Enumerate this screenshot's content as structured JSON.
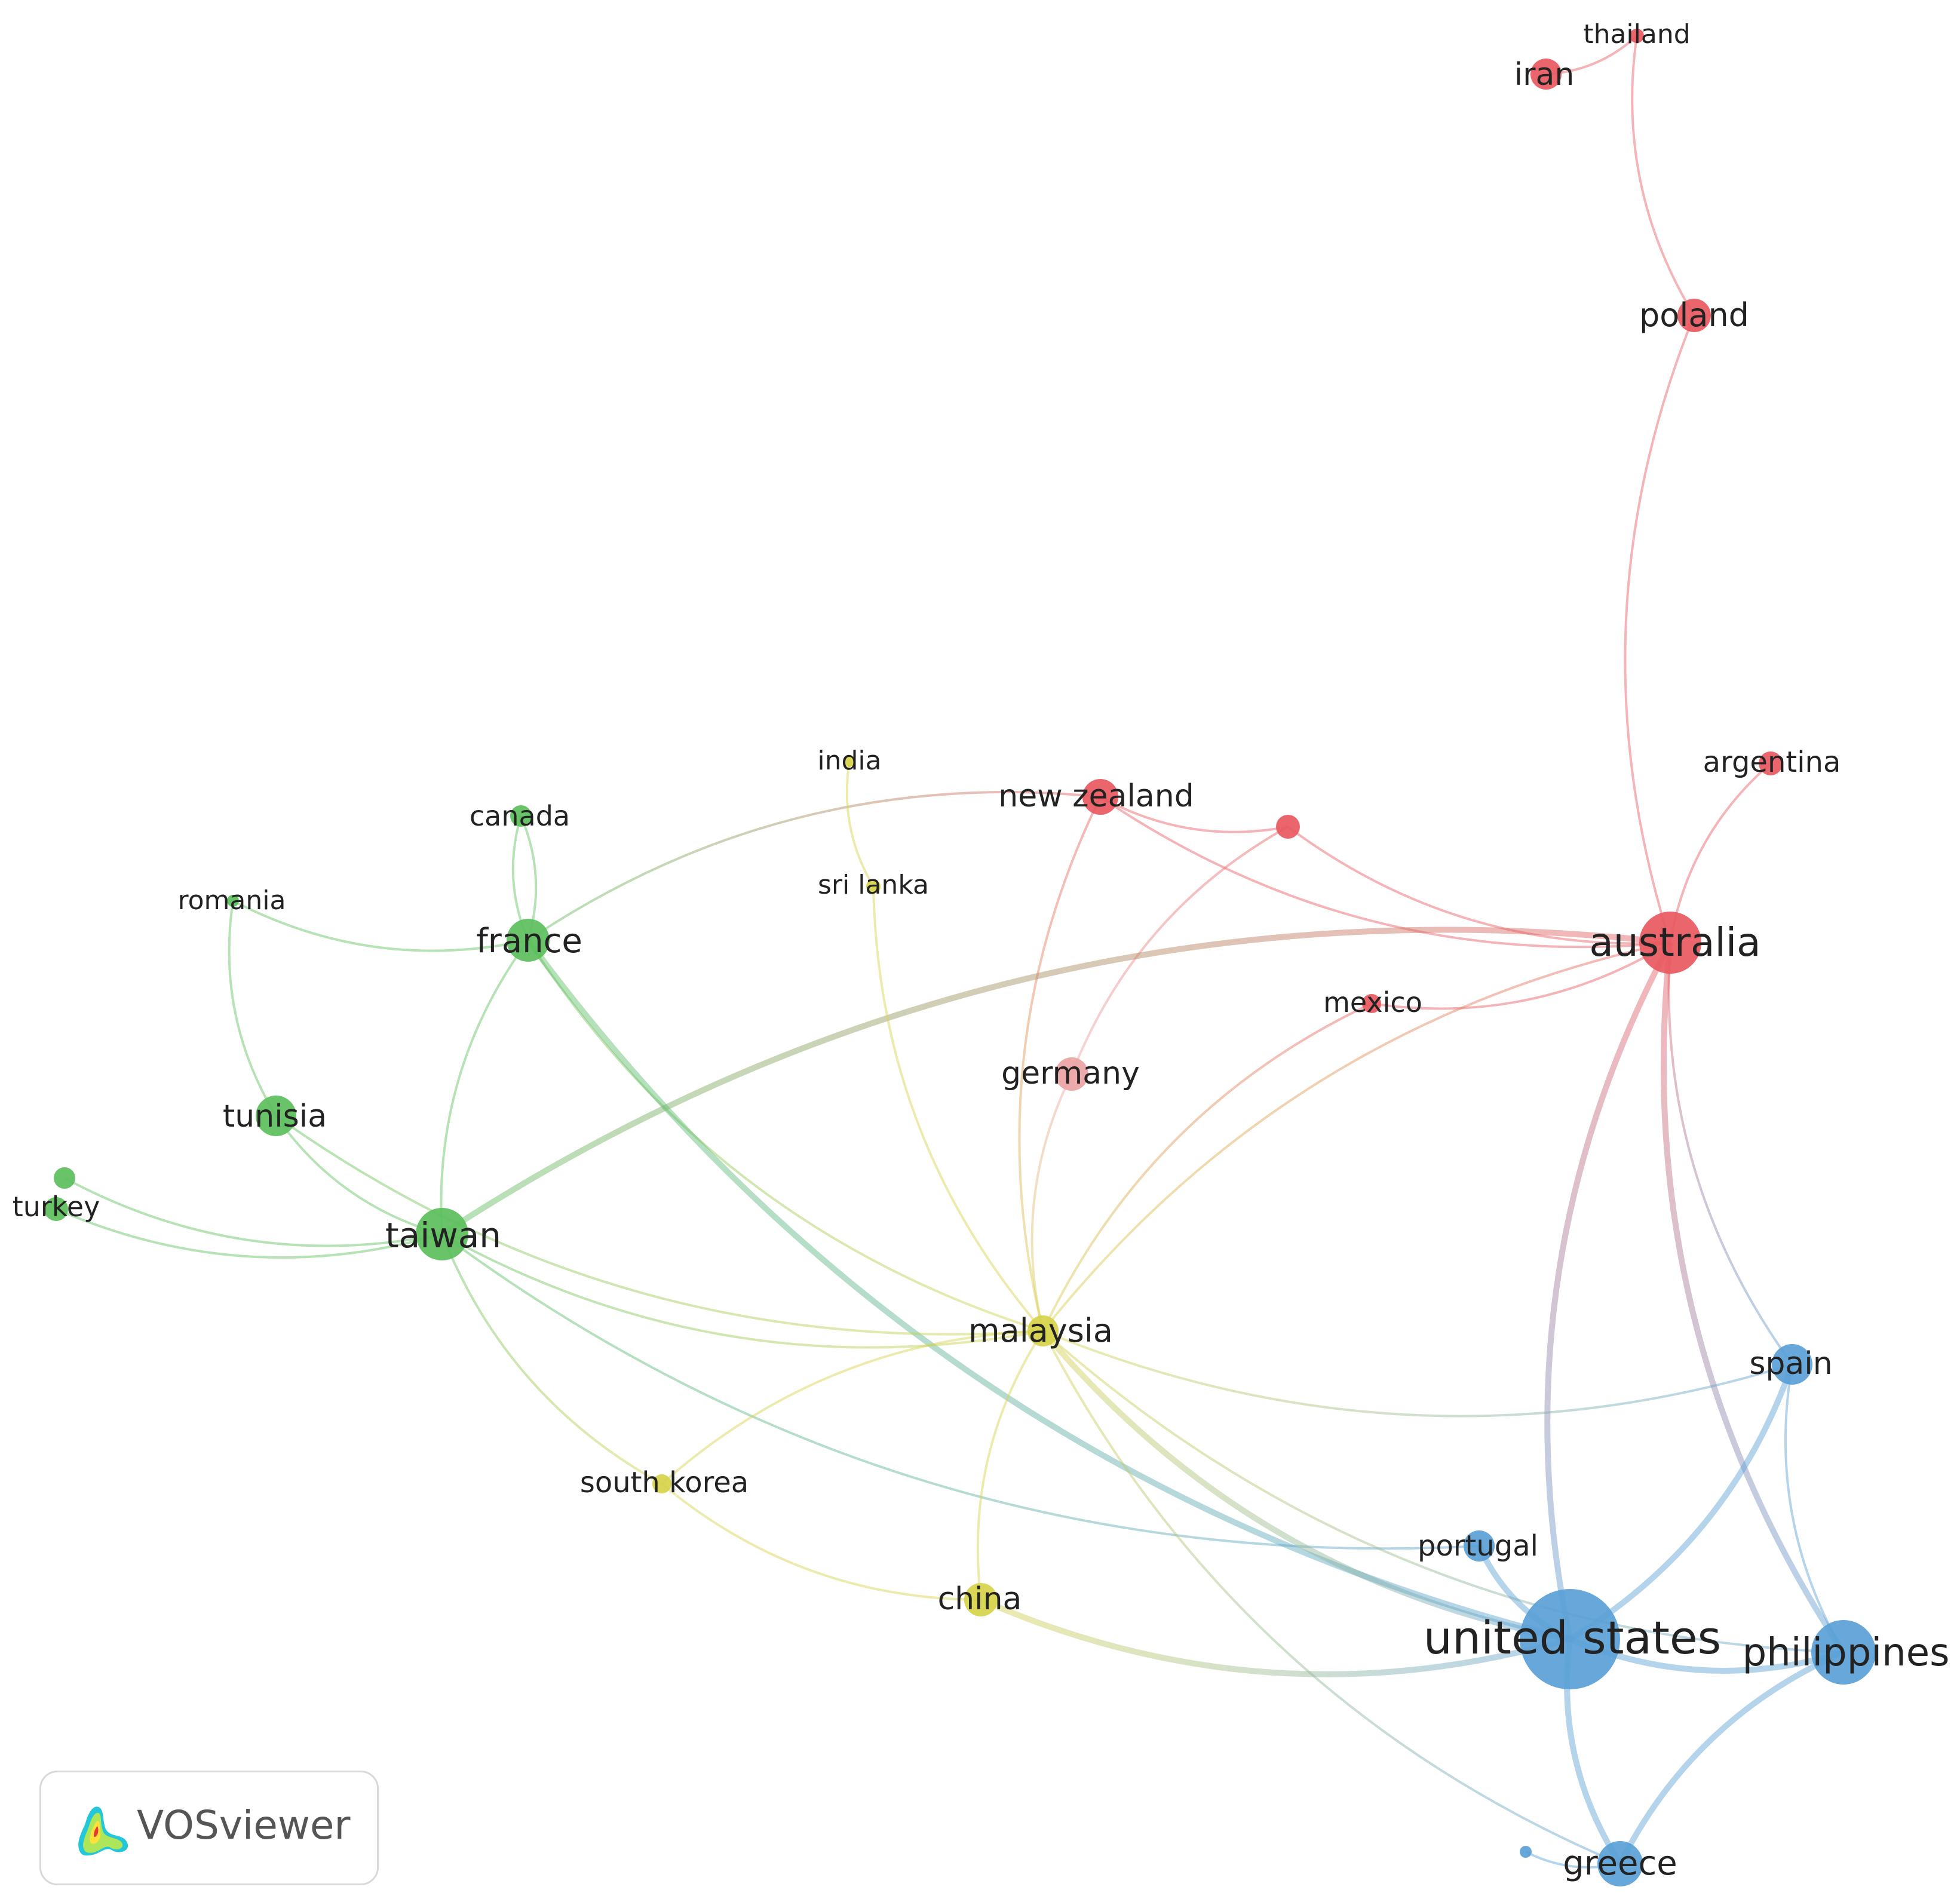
{
  "colors": {
    "red": "#e8595f",
    "green": "#5cbf5c",
    "blue": "#5a9fd6",
    "yellow": "#d6d24a",
    "pink": "#eaa3a3",
    "badge_text": "#555555"
  },
  "network": {
    "nodes": [
      {
        "id": "thailand",
        "label": "thailand",
        "cluster": "red"
      },
      {
        "id": "iran",
        "label": "iran",
        "cluster": "red"
      },
      {
        "id": "poland",
        "label": "poland",
        "cluster": "red"
      },
      {
        "id": "argentina",
        "label": "argentina",
        "cluster": "red"
      },
      {
        "id": "new_zealand",
        "label": "new zealand",
        "cluster": "red"
      },
      {
        "id": "unlabeled_red",
        "label": "",
        "cluster": "red"
      },
      {
        "id": "australia",
        "label": "australia",
        "cluster": "red"
      },
      {
        "id": "mexico",
        "label": "mexico",
        "cluster": "red"
      },
      {
        "id": "germany",
        "label": "germany",
        "cluster": "pink"
      },
      {
        "id": "india",
        "label": "india",
        "cluster": "yellow"
      },
      {
        "id": "sri_lanka",
        "label": "sri lanka",
        "cluster": "yellow"
      },
      {
        "id": "malaysia",
        "label": "malaysia",
        "cluster": "yellow"
      },
      {
        "id": "south_korea",
        "label": "south korea",
        "cluster": "yellow"
      },
      {
        "id": "china",
        "label": "china",
        "cluster": "yellow"
      },
      {
        "id": "canada",
        "label": "canada",
        "cluster": "green"
      },
      {
        "id": "romania",
        "label": "romania",
        "cluster": "green"
      },
      {
        "id": "france",
        "label": "france",
        "cluster": "green"
      },
      {
        "id": "tunisia",
        "label": "tunisia",
        "cluster": "green"
      },
      {
        "id": "turkey",
        "label": "turkey",
        "cluster": "green"
      },
      {
        "id": "unlabeled_green",
        "label": "",
        "cluster": "green"
      },
      {
        "id": "taiwan",
        "label": "taiwan",
        "cluster": "green"
      },
      {
        "id": "spain",
        "label": "spain",
        "cluster": "blue"
      },
      {
        "id": "portugal",
        "label": "portugal",
        "cluster": "blue"
      },
      {
        "id": "united_states",
        "label": "united states",
        "cluster": "blue"
      },
      {
        "id": "philippines",
        "label": "philippines",
        "cluster": "blue"
      },
      {
        "id": "greece",
        "label": "greece",
        "cluster": "blue"
      },
      {
        "id": "unlabeled_blue",
        "label": "",
        "cluster": "blue"
      }
    ],
    "links": [
      [
        "iran",
        "thailand"
      ],
      [
        "thailand",
        "poland"
      ],
      [
        "poland",
        "australia"
      ],
      [
        "argentina",
        "australia"
      ],
      [
        "new_zealand",
        "unlabeled_red"
      ],
      [
        "new_zealand",
        "australia"
      ],
      [
        "unlabeled_red",
        "australia"
      ],
      [
        "new_zealand",
        "france"
      ],
      [
        "new_zealand",
        "malaysia"
      ],
      [
        "unlabeled_red",
        "germany"
      ],
      [
        "mexico",
        "australia"
      ],
      [
        "mexico",
        "malaysia"
      ],
      [
        "australia",
        "malaysia"
      ],
      [
        "australia",
        "taiwan"
      ],
      [
        "australia",
        "spain"
      ],
      [
        "australia",
        "philippines"
      ],
      [
        "australia",
        "united_states"
      ],
      [
        "germany",
        "malaysia"
      ],
      [
        "india",
        "sri_lanka"
      ],
      [
        "sri_lanka",
        "malaysia"
      ],
      [
        "canada",
        "france"
      ],
      [
        "canada",
        "france"
      ],
      [
        "romania",
        "france"
      ],
      [
        "romania",
        "tunisia"
      ],
      [
        "france",
        "taiwan"
      ],
      [
        "france",
        "malaysia"
      ],
      [
        "france",
        "united_states"
      ],
      [
        "tunisia",
        "taiwan"
      ],
      [
        "tunisia",
        "malaysia"
      ],
      [
        "turkey",
        "taiwan"
      ],
      [
        "unlabeled_green",
        "taiwan"
      ],
      [
        "taiwan",
        "malaysia"
      ],
      [
        "taiwan",
        "south_korea"
      ],
      [
        "taiwan",
        "portugal"
      ],
      [
        "malaysia",
        "south_korea"
      ],
      [
        "malaysia",
        "china"
      ],
      [
        "malaysia",
        "united_states"
      ],
      [
        "malaysia",
        "spain"
      ],
      [
        "malaysia",
        "philippines"
      ],
      [
        "malaysia",
        "greece"
      ],
      [
        "south_korea",
        "china"
      ],
      [
        "china",
        "united_states"
      ],
      [
        "united_states",
        "spain"
      ],
      [
        "united_states",
        "philippines"
      ],
      [
        "united_states",
        "greece"
      ],
      [
        "spain",
        "philippines"
      ],
      [
        "philippines",
        "greece"
      ],
      [
        "portugal",
        "united_states"
      ],
      [
        "unlabeled_blue",
        "greece"
      ]
    ]
  },
  "logo": {
    "text": "VOSviewer",
    "icon": "vosviewer-logo-icon"
  }
}
